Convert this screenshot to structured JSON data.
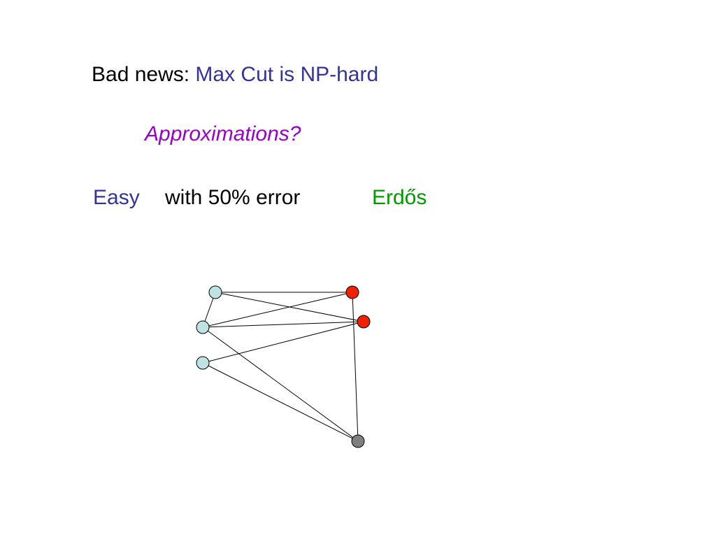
{
  "slide": {
    "line1": {
      "prefix": "Bad news: ",
      "highlight": "Max Cut is NP-hard"
    },
    "line2": "Approximations?",
    "line3": {
      "easy": "Easy",
      "middle": "with 50% error",
      "erdos": "Erdős"
    }
  },
  "colors": {
    "black": "#000000",
    "blue": "#333399",
    "purple": "#9900cc",
    "green": "#009900",
    "node_light": "#bfe3e3",
    "node_red": "#ee2200",
    "node_gray": "#808080",
    "edge": "#000000"
  },
  "graph": {
    "nodes": [
      {
        "id": "a",
        "color": "light"
      },
      {
        "id": "b",
        "color": "light"
      },
      {
        "id": "c",
        "color": "light"
      },
      {
        "id": "d",
        "color": "red"
      },
      {
        "id": "e",
        "color": "red"
      },
      {
        "id": "f",
        "color": "gray"
      }
    ],
    "edges": [
      [
        "a",
        "d"
      ],
      [
        "a",
        "e"
      ],
      [
        "a",
        "b"
      ],
      [
        "b",
        "d"
      ],
      [
        "b",
        "e"
      ],
      [
        "b",
        "f"
      ],
      [
        "c",
        "e"
      ],
      [
        "c",
        "f"
      ],
      [
        "d",
        "f"
      ]
    ]
  }
}
